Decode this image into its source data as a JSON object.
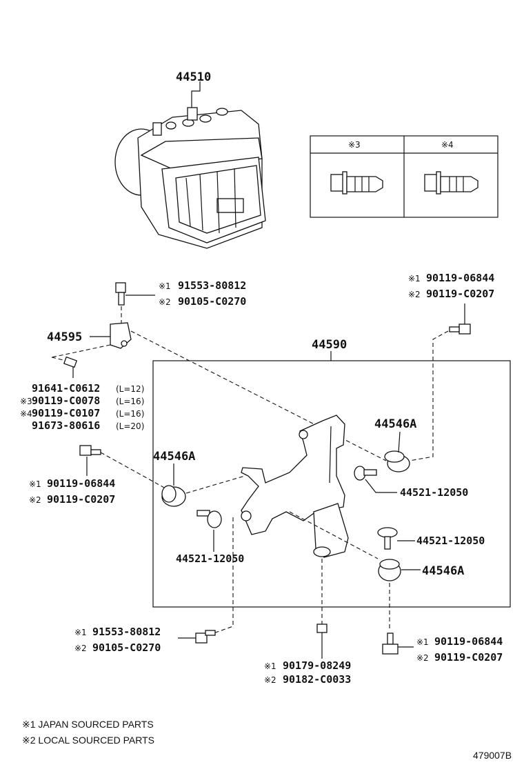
{
  "labels": {
    "pn_44510": "44510",
    "pn_44595": "44595",
    "pn_44590": "44590",
    "pn_44546a_right": "44546A",
    "pn_44546a_left": "44546A",
    "pn_44546a_lower": "44546A",
    "top_bolt": {
      "m1": "※1",
      "p1": "91553-80812",
      "m2": "※2",
      "p2": "90105-C0270"
    },
    "right_bolt_top": {
      "m1": "※1",
      "p1": "90119-06844",
      "m2": "※2",
      "p2": "90119-C0207"
    },
    "bracket_bolts": [
      {
        "mark": "",
        "part": "91641-C0612",
        "len": "(L=12)"
      },
      {
        "mark": "※3",
        "part": "90119-C0078",
        "len": "(L=16)"
      },
      {
        "mark": "※4",
        "part": "90119-C0107",
        "len": "(L=16)"
      },
      {
        "mark": "",
        "part": "91673-80616",
        "len": "(L=20)"
      }
    ],
    "left_bolt": {
      "m1": "※1",
      "p1": "90119-06844",
      "m2": "※2",
      "p2": "90119-C0207"
    },
    "pn_44521_right": "44521-12050",
    "pn_44521_left": "44521-12050",
    "pn_44521_lower": "44521-12050",
    "bottom_left_bolt": {
      "m1": "※1",
      "p1": "91553-80812",
      "m2": "※2",
      "p2": "90105-C0270"
    },
    "bottom_mid_bolt": {
      "m1": "※1",
      "p1": "90179-08249",
      "m2": "※2",
      "p2": "90182-C0033"
    },
    "bottom_right_bolt": {
      "m1": "※1",
      "p1": "90119-06844",
      "m2": "※2",
      "p2": "90119-C0207"
    }
  },
  "legend_table": {
    "col1": "※3",
    "col2": "※4"
  },
  "notes": {
    "note1": "※1 JAPAN SOURCED PARTS",
    "note2": "※2 LOCAL SOURCED PARTS"
  },
  "figure_id": "479007B"
}
